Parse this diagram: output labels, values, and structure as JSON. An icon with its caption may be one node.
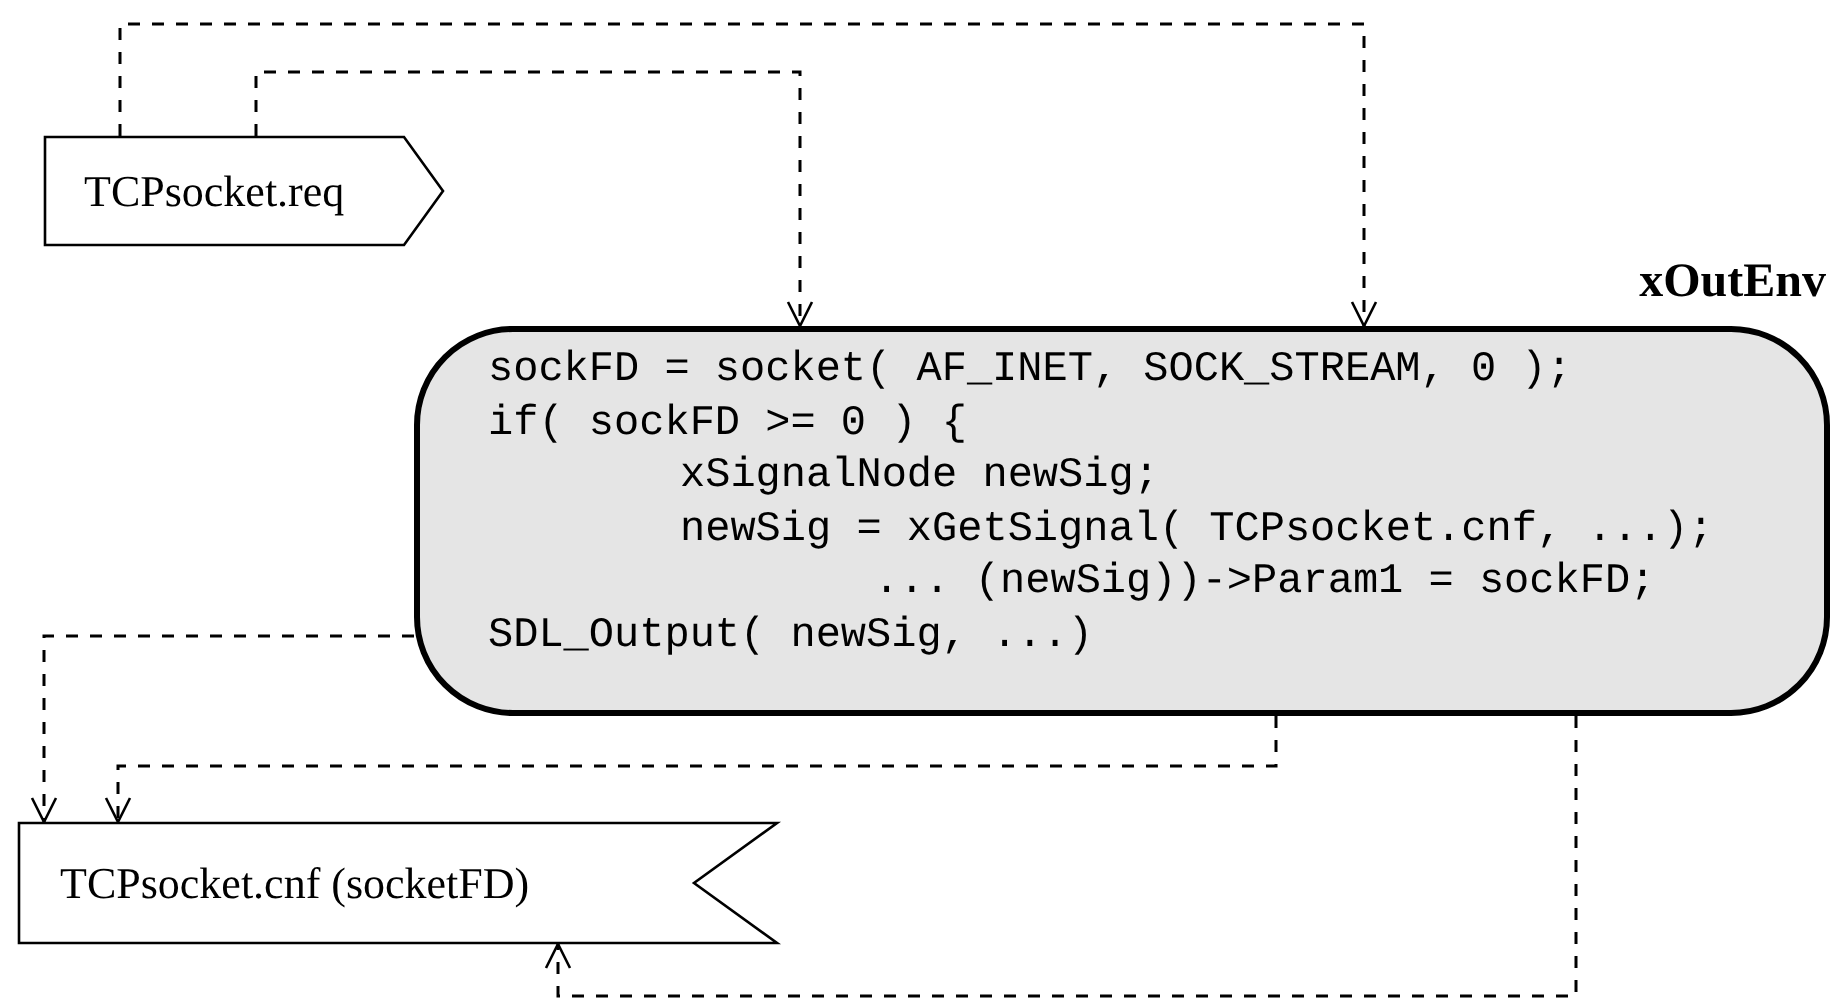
{
  "diagram": {
    "nodes": [
      {
        "text": [
          "TCPsocket.req"
        ]
      },
      {
        "text": [
          "xOutEnv",
          "sockFD = socket( AF_INET, SOCK_STREAM, 0 );",
          "if( sockFD >= 0 ) {",
          "xSignalNode newSig;",
          "newSig = xGetSignal( TCPsocket.cnf, ...);",
          "... (newSig))->Param1 = sockFD;",
          "SDL_Output( newSig, ...)"
        ]
      },
      {
        "text": [
          "TCPsocket.cnf (socketFD)"
        ]
      }
    ],
    "edges": [
      {
        "from": 0,
        "to": 1,
        "arrow": "to",
        "style": "dashed"
      },
      {
        "from": 0,
        "to": 1,
        "arrow": "to",
        "style": "dashed"
      },
      {
        "from": 1,
        "to": 2,
        "arrow": "to",
        "style": "dashed"
      },
      {
        "from": 1,
        "to": 2,
        "arrow": "to",
        "style": "dashed"
      },
      {
        "from": 1,
        "to": 2,
        "arrow": "to",
        "style": "dashed"
      }
    ]
  }
}
